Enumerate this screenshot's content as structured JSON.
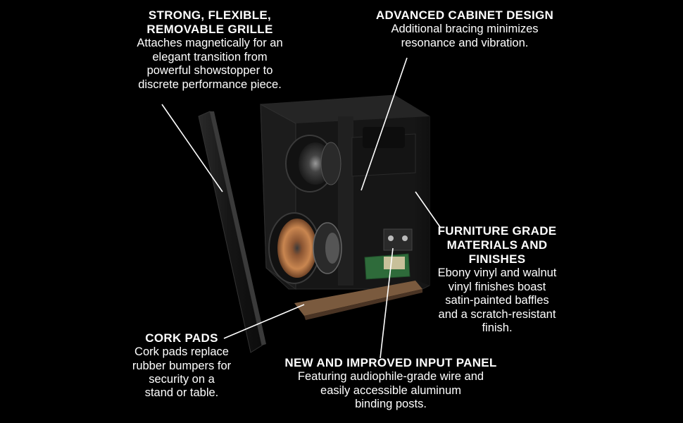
{
  "callouts": {
    "grille": {
      "title_line1": "STRONG, FLEXIBLE,",
      "title_line2": "REMOVABLE GRILLE",
      "body": [
        "Attaches magnetically for an",
        "elegant transition from",
        "powerful showstopper to",
        "discrete performance piece."
      ]
    },
    "cabinet": {
      "title": "ADVANCED CABINET DESIGN",
      "body": [
        "Additional bracing minimizes",
        "resonance and vibration."
      ]
    },
    "furniture": {
      "title": [
        "FURNITURE GRADE",
        "MATERIALS AND",
        "FINISHES"
      ],
      "body": [
        "Ebony vinyl and walnut",
        "vinyl finishes boast",
        "satin-painted baffles",
        "and a scratch-resistant",
        "finish."
      ]
    },
    "cork": {
      "title": "CORK PADS",
      "body": [
        "Cork pads replace",
        "rubber bumpers for",
        "security on a",
        "stand or table."
      ]
    },
    "input": {
      "title": "NEW AND IMPROVED INPUT PANEL",
      "body": [
        "Featuring audiophile-grade wire and",
        "easily accessible aluminum",
        "binding posts."
      ]
    }
  },
  "colors": {
    "background": "#000000",
    "text": "#ffffff",
    "cabinet": "#1a1a1a",
    "woofer_cone": "#c07a48",
    "cork": "#7a5a3e",
    "circuit_board": "#2e6b3a"
  }
}
